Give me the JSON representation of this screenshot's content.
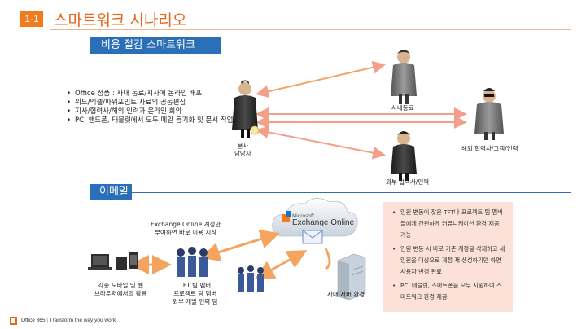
{
  "slide": {
    "number": "1-1",
    "title": "스마트워크 시나리오"
  },
  "section1": {
    "title": "비용 절감 스마트워크",
    "bullets": [
      "Office 정품 : 사내 동료/지사에 온라인 배포",
      "워드/엑셀/파워포인트 자료의 공동편집",
      "지사/협력사/해외 인력과 온라인 회의",
      "PC, 핸드폰, 태블릿에서 모두 메일 등기화 및 문서 작업"
    ],
    "labels": {
      "hq": "본사\n담당자",
      "colleague": "사내동료",
      "external": "외부 협력사/인력",
      "overseas": "해외 협력사/고객/인력"
    }
  },
  "section2": {
    "title": "이메일",
    "exchange_logo": "Exchange Online",
    "exchange_logo_prefix": "Microsoft",
    "labels": {
      "account_note": "Exchange Online 계정만\n부여하면 바로 이용 시작",
      "devices": "각종 모바일 및 웹\n브라우저에서의 활용",
      "tft": "TFT 팀 멤버\n프로젝트 팀 멤버\n외부 개발 인력 팀",
      "server": "사내 서버 환경"
    },
    "info_bullets": [
      "인원 변동이 잦은 TFT나 프로젝트 팀 멤버들에게 간편하게 커뮤니케이션 환경 제공 가능",
      "인원 변동 시 바로 기존 계정을 삭제하고 새 인원을 대상으로 계정 재 생성하기만 하면 사용자 변경 완료",
      "PC, 태블릿, 스마트폰을 모두 지원하여 스마트워크 환경 제공"
    ]
  },
  "footer": {
    "brand": "Office 365",
    "tagline": "Transform the way you work"
  },
  "colors": {
    "accent_orange": "#f07a1c",
    "section_blue": "#2a6fb7",
    "arrow_orange": "#f4a460",
    "info_box": "#fbe1d8"
  }
}
